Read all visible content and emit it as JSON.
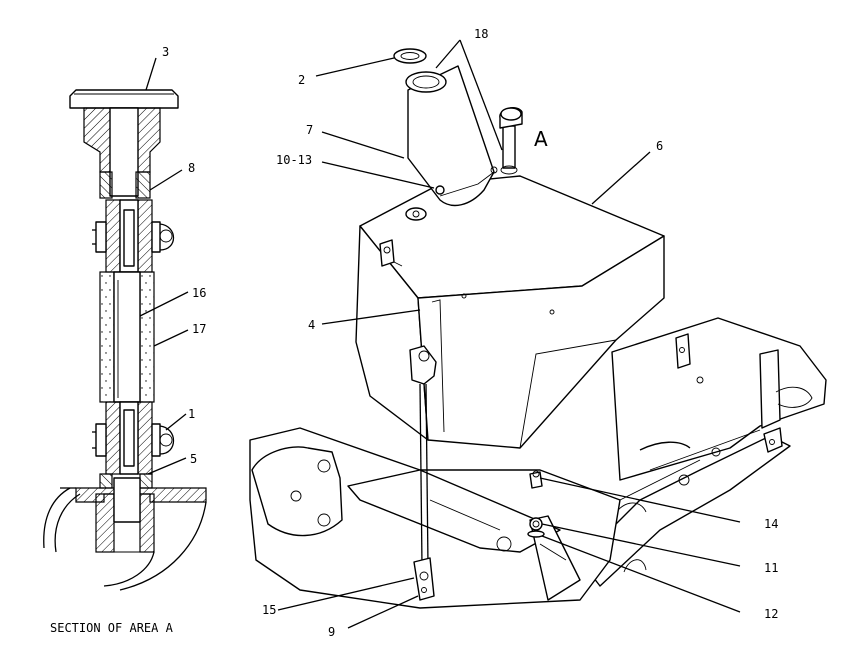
{
  "section_caption": "SECTION OF AREA A",
  "area_marker": "A",
  "callouts": {
    "c1": "1",
    "c2": "2",
    "c3": "3",
    "c4": "4",
    "c5": "5",
    "c6": "6",
    "c7": "7",
    "c8": "8",
    "c9": "9",
    "c10_13": "10-13",
    "c11": "11",
    "c12": "12",
    "c14": "14",
    "c15": "15",
    "c16": "16",
    "c17": "17",
    "c18": "18"
  }
}
